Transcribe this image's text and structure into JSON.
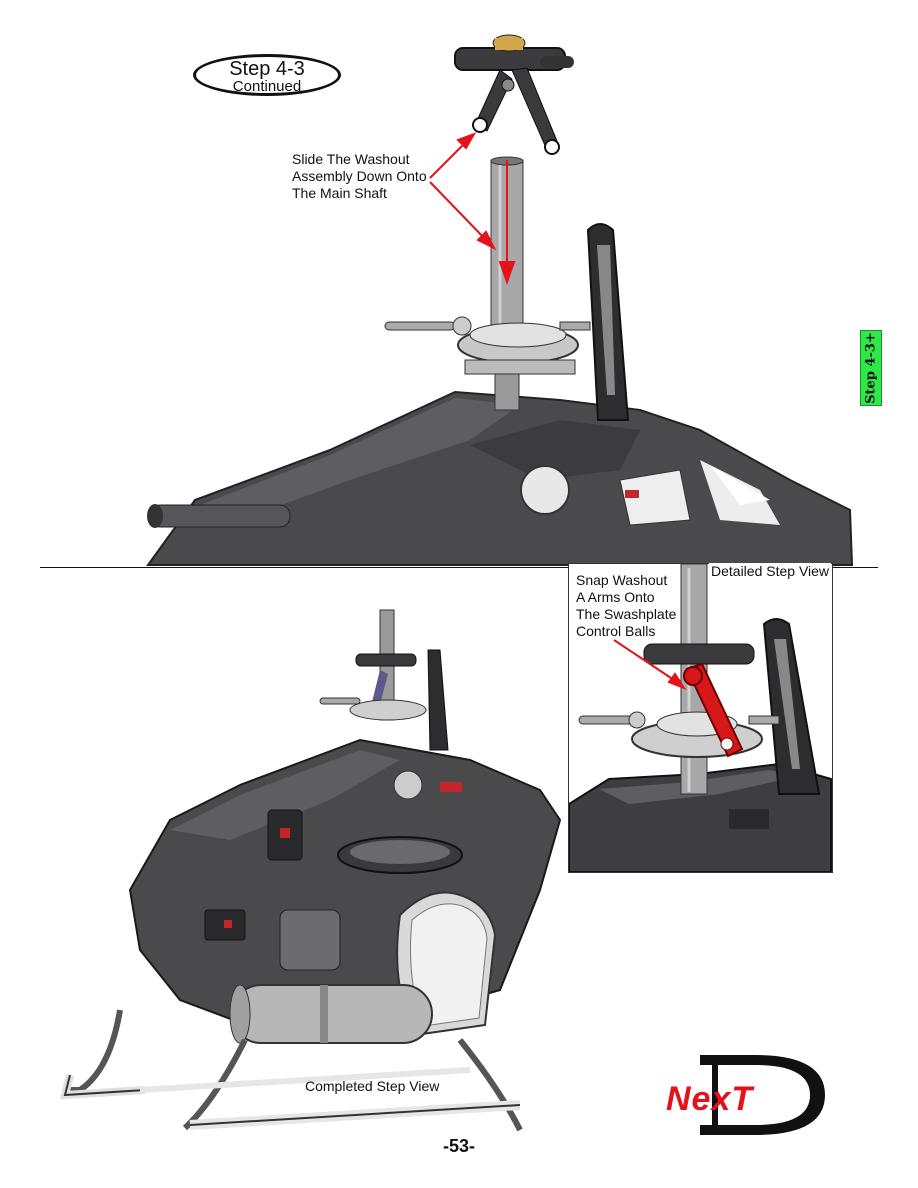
{
  "step_badge": {
    "line1": "Step 4-3",
    "line2": "Continued"
  },
  "callout_top": {
    "line1": "Slide The Washout",
    "line2": "Assembly Down Onto",
    "line3": "The Main Shaft"
  },
  "detail": {
    "title": "Detailed Step View",
    "line1": "Snap Washout",
    "line2": "A Arms Onto",
    "line3": "The Swashplate",
    "line4": "Control Balls"
  },
  "completed_label": "Completed Step View",
  "side_tab": "Step 4-3+",
  "page_number": "-53-",
  "logo": {
    "text": "NexT",
    "colors": {
      "letters": "#e3121b",
      "d": "#111111"
    }
  },
  "colors": {
    "arrow": "#e3121b",
    "tab": "#2ee84a",
    "highlight_part": "#d81818"
  }
}
